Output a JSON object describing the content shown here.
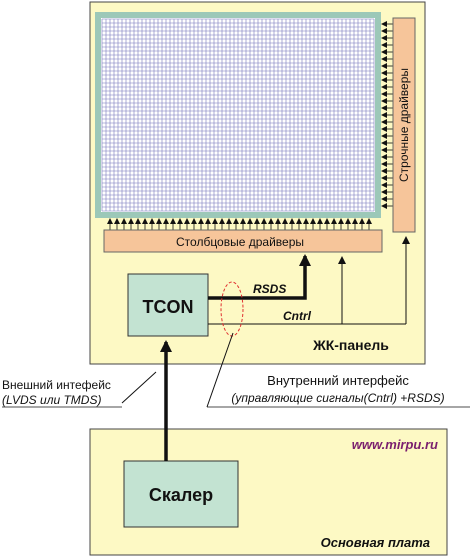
{
  "panel": {
    "label": "ЖК-панель",
    "row_drivers_label": "Строчные драйверы",
    "column_drivers_label": "Столбцовые драйверы",
    "tcon_label": "TCON",
    "rsds_label": "RSDS",
    "cntrl_label": "Cntrl"
  },
  "board": {
    "label": "Основная плата",
    "scaler_label": "Скалер",
    "watermark": "www.mirpu.ru"
  },
  "annotations": {
    "external_title": "Внешний интефейс",
    "external_sub": "(LVDS или TMDS)",
    "internal_title": "Внутренний интерфейс",
    "internal_sub": "(управляющие сигналы(Cntrl) +RSDS)"
  },
  "colors": {
    "panel_fill": "#fdf9c4",
    "driver_fill": "#f6c59a",
    "block_fill": "#c3e3d2",
    "matrix_border": "#9cc8b8",
    "grid_line": "#7777bb",
    "watermark": "#7a1f6e",
    "dashed_ellipse": "#e03030"
  }
}
